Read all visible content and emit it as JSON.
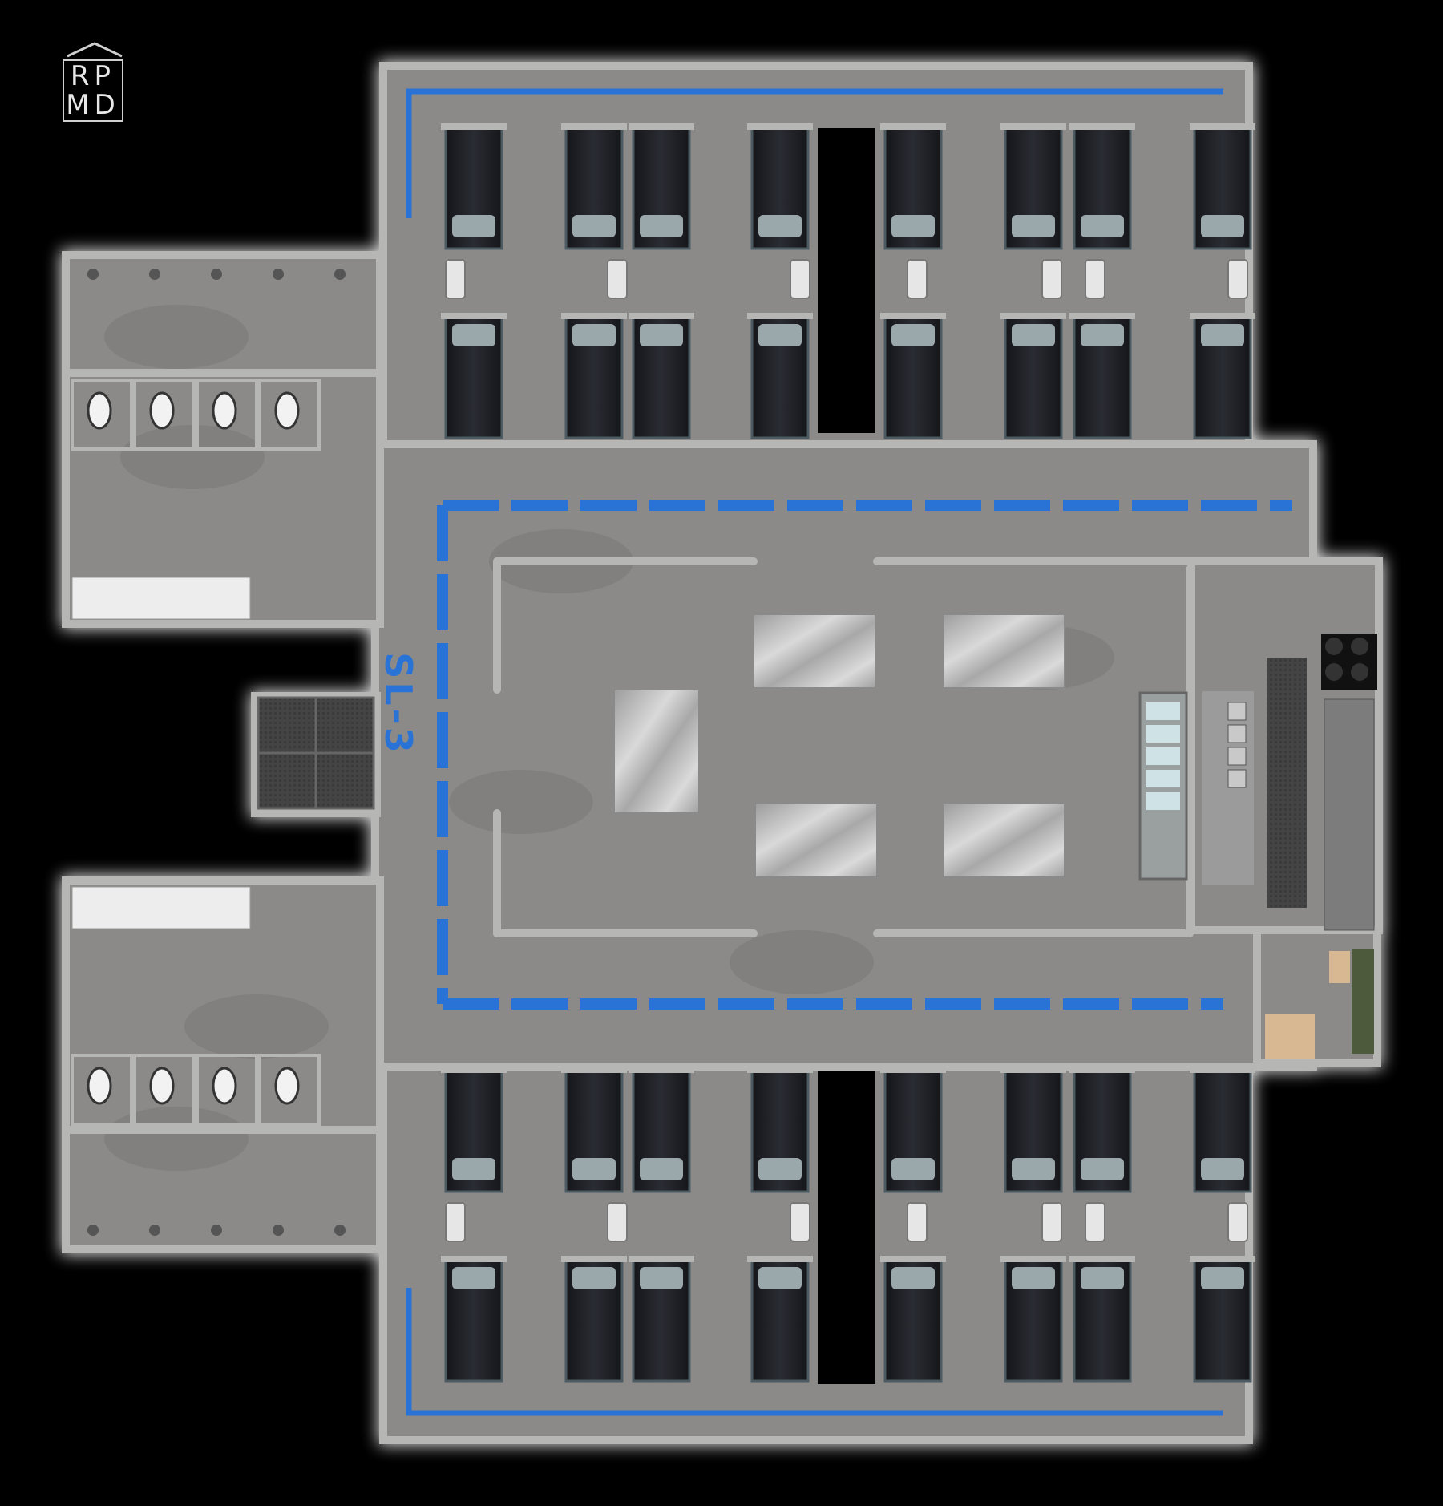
{
  "map": {
    "title": "",
    "level_label": "SL-3",
    "logo": {
      "line1": "RP",
      "line2": "MD"
    },
    "colors": {
      "background": "#000000",
      "floor": "#8b8a88",
      "wall": "#b6b6b4",
      "stripe": "#2a73d6",
      "bunk": "#1c1d22",
      "pillow": "#9aa7ab",
      "table": "#c4c4c4",
      "elevator": "#4a4a4a"
    },
    "rooms": [
      {
        "name": "north-barracks"
      },
      {
        "name": "south-barracks"
      },
      {
        "name": "mess-hall"
      },
      {
        "name": "kitchen"
      },
      {
        "name": "north-restroom"
      },
      {
        "name": "south-restroom"
      },
      {
        "name": "elevator"
      },
      {
        "name": "storage"
      }
    ]
  }
}
